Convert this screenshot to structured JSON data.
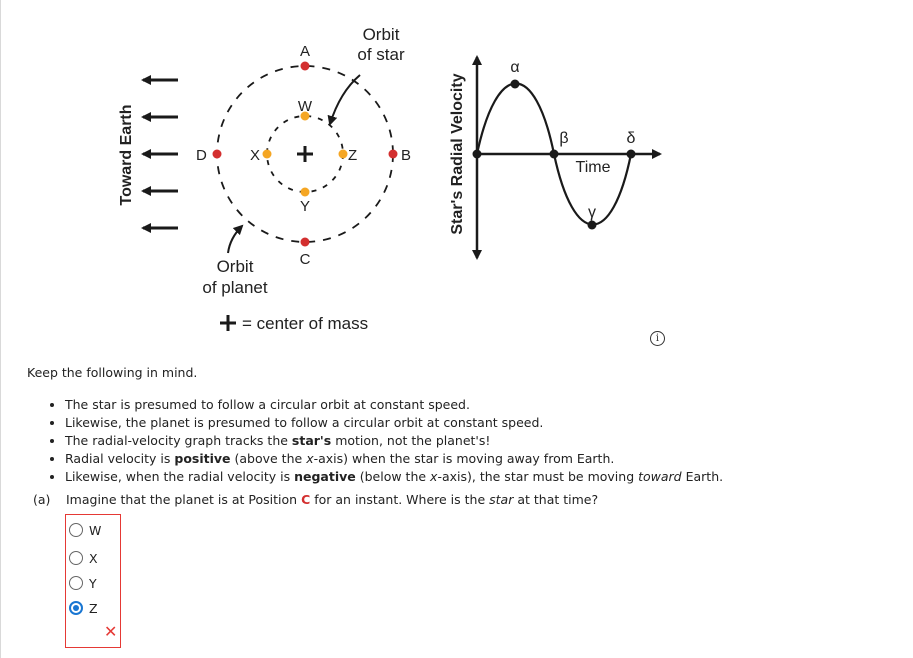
{
  "diagram": {
    "toward_earth_label": "Toward Earth",
    "orbit_star_line1": "Orbit",
    "orbit_star_line2": "of star",
    "orbit_planet_line1": "Orbit",
    "orbit_planet_line2": "of planet",
    "center_of_mass_label": "= center of mass",
    "planet_positions": {
      "a": "A",
      "b": "B",
      "c": "C",
      "d": "D"
    },
    "star_positions": {
      "w": "W",
      "x": "X",
      "y": "Y",
      "z": "Z"
    },
    "colors": {
      "planet": "#d32f2f",
      "star": "#f5a623",
      "ink": "#1a1a1a"
    }
  },
  "graph": {
    "ylabel": "Star's Radial Velocity",
    "xlabel": "Time",
    "point_labels": {
      "alpha": "α",
      "beta": "β",
      "gamma": "γ",
      "delta": "δ"
    }
  },
  "info_icon": "i",
  "notes": {
    "intro": "Keep the following in mind.",
    "bullets": [
      [
        "The star is presumed to follow a circular orbit at constant speed."
      ],
      [
        "Likewise, the planet is presumed to follow a circular orbit at constant speed."
      ],
      [
        "The radial-velocity graph tracks the ",
        "star's",
        " motion, not the planet's!"
      ],
      [
        "Radial velocity is ",
        "positive",
        " (above the ",
        "x",
        "-axis) when the star is moving away from Earth."
      ],
      [
        "Likewise, when the radial velocity is ",
        "negative",
        " (below the ",
        "x",
        "-axis), the star must be moving ",
        "toward",
        " Earth."
      ]
    ]
  },
  "question": {
    "part": "(a)",
    "text_before": "Imagine that the planet is at Position ",
    "position": "C",
    "text_middle": " for an instant. Where is the ",
    "star_word": "star",
    "text_after": " at that time?",
    "options": [
      "W",
      "X",
      "Y",
      "Z"
    ],
    "selected": "Z",
    "result_mark": "✕"
  }
}
